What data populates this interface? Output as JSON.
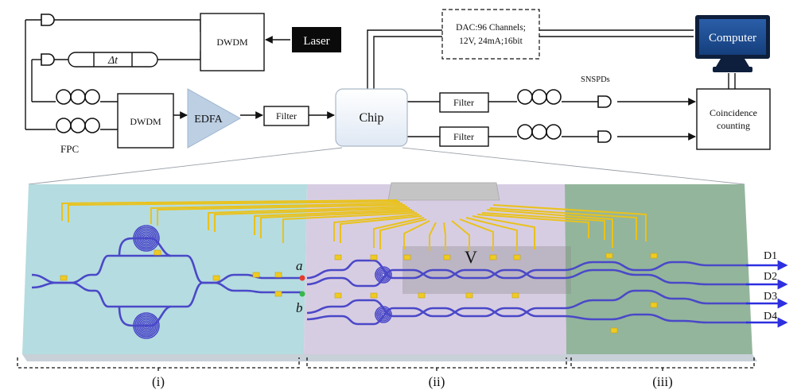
{
  "setup": {
    "laser": "Laser",
    "dwdm_top": "DWDM",
    "dwdm_bottom": "DWDM",
    "delay": "Δt",
    "fpc": "FPC",
    "edfa": "EDFA",
    "filter_in": "Filter",
    "chip": "Chip",
    "dac_line1": "DAC:96 Channels;",
    "dac_line2": "12V, 24mA;16bit",
    "computer": "Computer",
    "snspds": "SNSPDs",
    "filter_out_top": "Filter",
    "filter_out_bottom": "Filter",
    "coincidence_line1": "Coincidence",
    "coincidence_line2": "counting"
  },
  "chip_detail": {
    "label_v": "V",
    "node_a": "a",
    "node_b": "b",
    "outputs": [
      "D1",
      "D2",
      "D3",
      "D4"
    ],
    "sections": [
      "(i)",
      "(ii)",
      "(iii)"
    ],
    "colors": {
      "region_i": "#b5dce0",
      "region_ii": "#d7cde3",
      "region_iii": "#93b59c",
      "waveguide": "#4a48c8",
      "electrode": "#efcb22",
      "node_a": "#e53a2e",
      "node_b": "#36b84a"
    }
  }
}
